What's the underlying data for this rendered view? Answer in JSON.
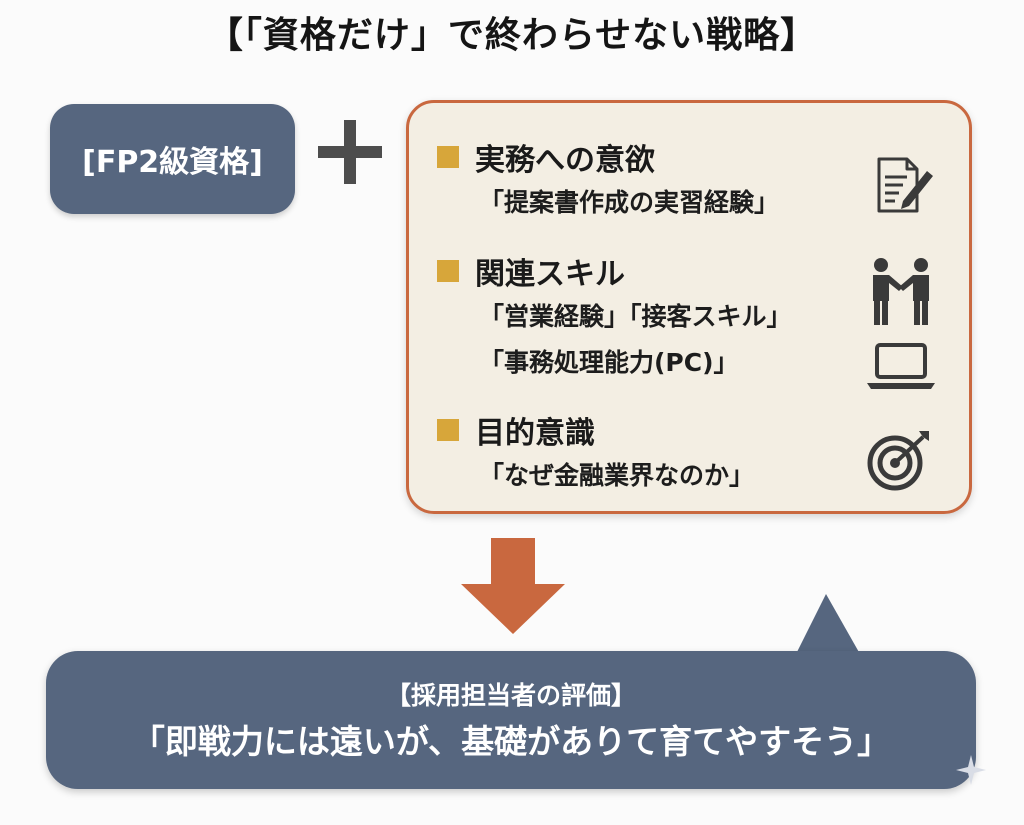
{
  "title": "【「資格だけ」で終わらせない戦略】",
  "qualification": "[FP2級資格]",
  "items": [
    {
      "heading": "実務への意欲",
      "lines": [
        "「提案書作成の実習経験」"
      ],
      "icons": [
        "document-pen-icon"
      ]
    },
    {
      "heading": "関連スキル",
      "lines": [
        "「営業経験」「接客スキル」",
        "「事務処理能力(PC)」"
      ],
      "icons": [
        "handshake-icon",
        "laptop-icon"
      ]
    },
    {
      "heading": "目的意識",
      "lines": [
        "「なぜ金融業界なのか」"
      ],
      "icons": [
        "target-icon"
      ]
    }
  ],
  "evaluation": {
    "label": "【採用担当者の評価】",
    "quote": "「即戦力には遠いが、基礎がありて育てやすそう」"
  },
  "colors": {
    "navy": "#56667f",
    "orange": "#c9683f",
    "gold": "#d7a63a",
    "card_bg": "#f3eee3"
  }
}
